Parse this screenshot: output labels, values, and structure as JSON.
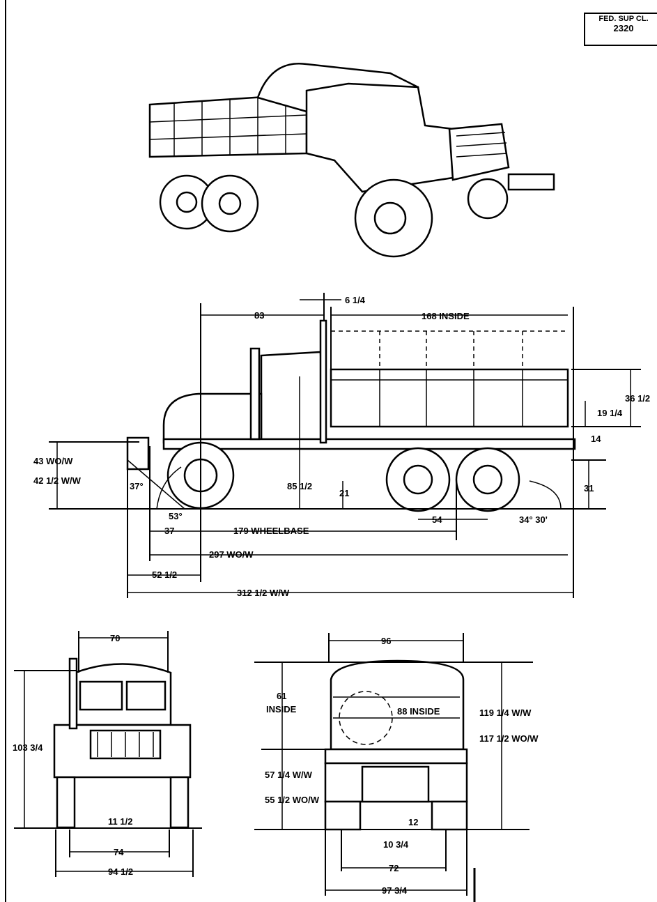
{
  "title_block": {
    "line1": "FED. SUP CL.",
    "line2": "2320"
  },
  "side_view": {
    "d83": "83",
    "d6_1_4": "6 1/4",
    "d168": "168 INSIDE",
    "d36_1_2": "36 1/2",
    "d19_1_4": "19 1/4",
    "d14": "14",
    "d43": "43  WO/W",
    "d42_1_2": "42 1/2  W/W",
    "d37deg": "37°",
    "d53deg": "53°",
    "d85_1_2": "85 1/2",
    "d21": "21",
    "d31": "31",
    "d54": "54",
    "d34_30": "34° 30'",
    "d37": "37",
    "wheelbase": "179 WHEELBASE",
    "d297": "297  WO/W",
    "d52_1_2": "52 1/2",
    "d312_1_2": "312 1/2  W/W"
  },
  "front_view": {
    "d70": "70",
    "d103_3_4": "103 3/4",
    "d11_1_2": "11 1/2",
    "d74": "74",
    "d94_1_2": "94 1/2"
  },
  "rear_view": {
    "d96": "96",
    "d61": "61",
    "d61_inside": "INSIDE",
    "d88": "88 INSIDE",
    "d119": "119 1/4    W/W",
    "d117": "117 1/2  WO/W",
    "d57": "57 1/4    W/W",
    "d55": "55 1/2  WO/W",
    "d12": "12",
    "d10_3_4": "10 3/4",
    "d72": "72",
    "d97_3_4": "97 3/4"
  }
}
